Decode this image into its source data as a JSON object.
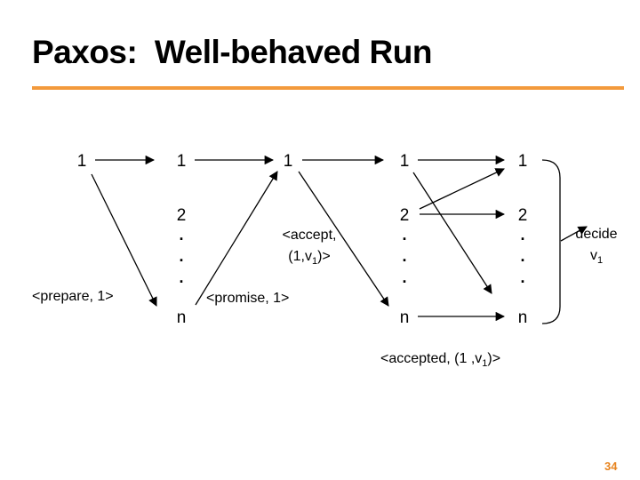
{
  "slide": {
    "title": "Paxos:  Well-behaved Run",
    "accent_color": "#f39a3c",
    "page_number": "34"
  },
  "columns": [
    {
      "nodes": [
        "1"
      ]
    },
    {
      "nodes": [
        "1",
        "2",
        ".",
        ".",
        ".",
        "n"
      ]
    },
    {
      "nodes": [
        "1"
      ]
    },
    {
      "nodes": [
        "1",
        "2",
        ".",
        ".",
        ".",
        "n"
      ]
    },
    {
      "nodes": [
        "1",
        "2",
        ".",
        ".",
        ".",
        "n"
      ]
    }
  ],
  "messages": {
    "prepare": "<prepare, 1>",
    "promise": "<promise, 1>",
    "accept_line1": "<accept,",
    "accept_line2_pre": "(1,v",
    "accept_line2_sub": "1",
    "accept_line2_post": ")>",
    "accepted_pre": "<accepted, (1 ,v",
    "accepted_sub": "1",
    "accepted_post": ")>",
    "decide": "decide",
    "decide_value": "v",
    "decide_sub": "1"
  }
}
